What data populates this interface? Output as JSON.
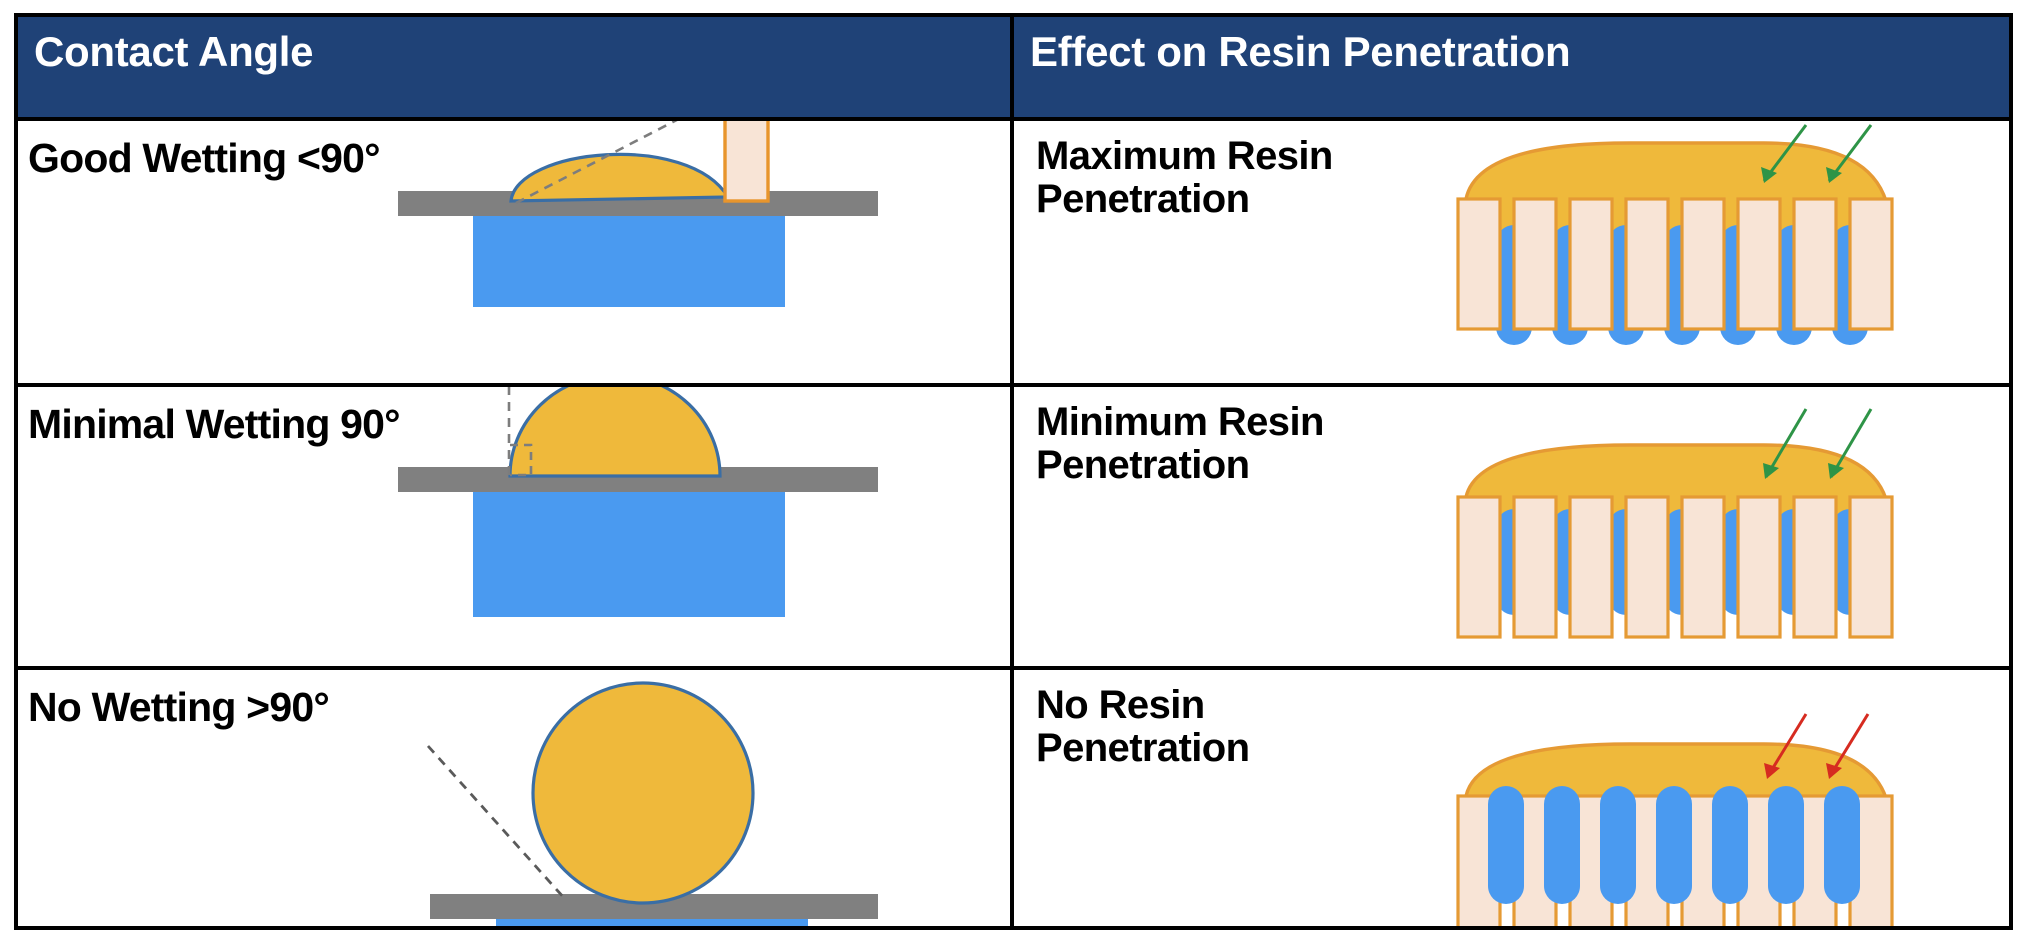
{
  "table": {
    "headers": [
      {
        "label": "Contact Angle"
      },
      {
        "label": "Effect on Resin Penetration"
      }
    ],
    "rows": [
      {
        "contact_angle_label": "Good Wetting <90°",
        "effect_label": "Maximum Resin\nPenetration",
        "droplet_shape": "flat-dome",
        "tangent_line": "dashed-diagonal",
        "probe_visible": true,
        "arrow_color": "#2e9447",
        "penetration_level": "maximum",
        "blue_fill_position": "behind-pillars-low"
      },
      {
        "contact_angle_label": "Minimal Wetting 90°",
        "effect_label": "Minimum Resin\nPenetration",
        "droplet_shape": "half-sphere",
        "tangent_line": "dashed-vertical-with-right-angle",
        "probe_visible": false,
        "arrow_color": "#2e9447",
        "penetration_level": "minimum",
        "blue_fill_position": "behind-pillars-mid"
      },
      {
        "contact_angle_label": "No Wetting >90°",
        "effect_label": "No Resin\nPenetration",
        "droplet_shape": "sphere",
        "tangent_line": "dashed-diagonal-steep",
        "probe_visible": false,
        "arrow_color": "#d62b20",
        "penetration_level": "none",
        "blue_fill_position": "front-of-pillars-high"
      }
    ]
  },
  "colors": {
    "header_bg": "#1f4277",
    "header_text": "#ffffff",
    "border": "#000000",
    "droplet_fill": "#efb githubb",
    "droplet_fill_hex": "#efb93b",
    "droplet_stroke": "#3a6ea5",
    "substrate_gray": "#808080",
    "substrate_blue": "#4a9af0",
    "resin_orange": "#efb93b",
    "resin_orange_stroke": "#e59a34",
    "fiber_beige": "#f8e4d6",
    "fiber_stroke": "#e59a34",
    "liquid_blue": "#4a9af0",
    "arrow_green": "#2e9447",
    "arrow_red": "#d62b20",
    "dash_gray": "#7d7d7d"
  },
  "icons": {
    "arrow": "arrow-down-left",
    "probe": "needle-probe"
  }
}
